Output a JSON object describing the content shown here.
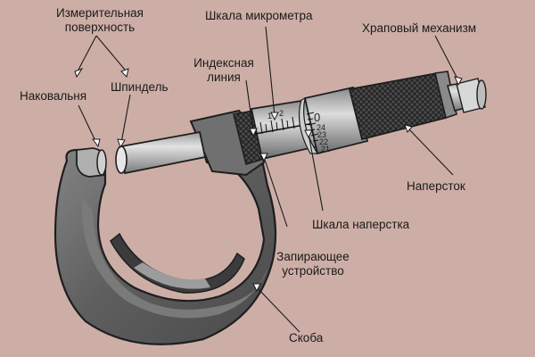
{
  "colors": {
    "background": "#cdaea6",
    "frame_dark": "#3c3c3c",
    "frame_mid": "#6e6e6e",
    "frame_light": "#a8a8a8",
    "metal_light": "#d6d6d6",
    "outline": "#1e1e1e"
  },
  "labels": {
    "measuring_surface": [
      "Измерительная",
      "поверхность"
    ],
    "anvil": "Наковальня",
    "spindle": "Шпиндель",
    "micrometer_scale": "Шкала микрометра",
    "ratchet": "Храповый механизм",
    "index_line": [
      "Индексная",
      "линия"
    ],
    "thimble": "Наперсток",
    "thimble_scale": "Шкала наперстка",
    "locking_device": [
      "Запирающее",
      "устройство"
    ],
    "frame": "Скоба"
  },
  "sleeve_numbers": [
    "1",
    "2"
  ],
  "thimble_numbers": [
    "0",
    "24",
    "23",
    "22",
    "21"
  ]
}
